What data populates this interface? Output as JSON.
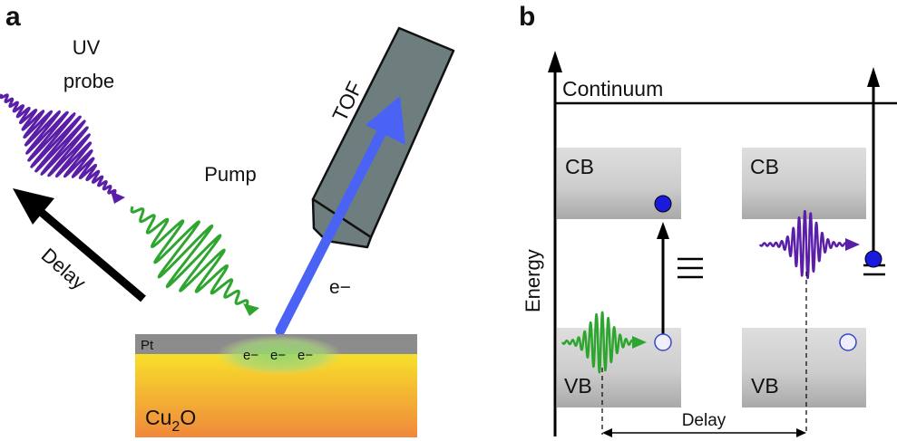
{
  "panel_a": {
    "letter": "a",
    "uv_probe_line1": "UV",
    "uv_probe_line2": "probe",
    "pump": "Pump",
    "tof": "TOF",
    "delay": "Delay",
    "electron": "e−",
    "pt": "Pt",
    "surface_electrons": [
      "e−",
      "e−",
      "e−"
    ],
    "substrate_base": "Cu",
    "substrate_sub": "2",
    "substrate_tail": "O"
  },
  "panel_b": {
    "letter": "b",
    "continuum": "Continuum",
    "energy_axis": "Energy",
    "cb_left": "CB",
    "cb_right": "CB",
    "vb_left": "VB",
    "vb_right": "VB",
    "delay": "Delay"
  },
  "colors": {
    "probe_violet": "#5a1ea8",
    "pump_green": "#2ea52e",
    "electron_arrow": "#4a63f5",
    "electron_dot": "#1a1adc",
    "tof_body": "#6e7e7e",
    "platinum": "#8c8c8c",
    "substrate_top": "#f6dc2a",
    "substrate_bottom": "#f08a3a"
  }
}
